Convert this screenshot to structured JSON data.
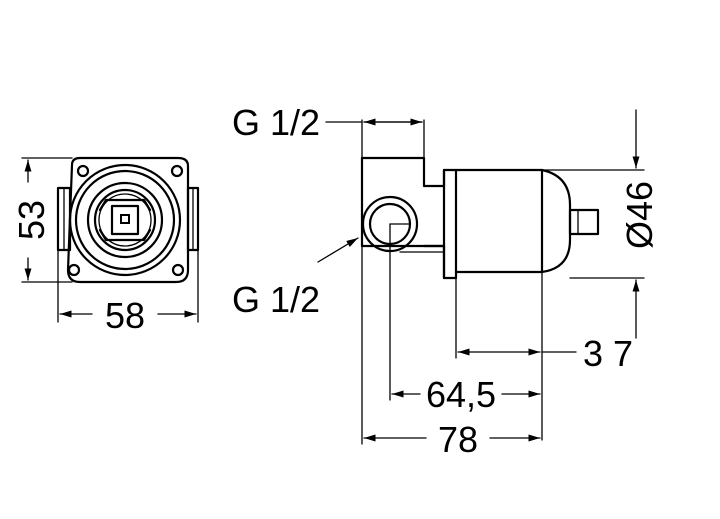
{
  "dimensions": {
    "height_front": "53",
    "width_front": "58",
    "thread_top": "G 1/2",
    "thread_side": "G 1/2",
    "diameter": "Ø46",
    "depth_37": "3 7",
    "depth_64_5": "64,5",
    "depth_78": "78"
  },
  "colors": {
    "line": "#000000",
    "background": "#ffffff"
  }
}
